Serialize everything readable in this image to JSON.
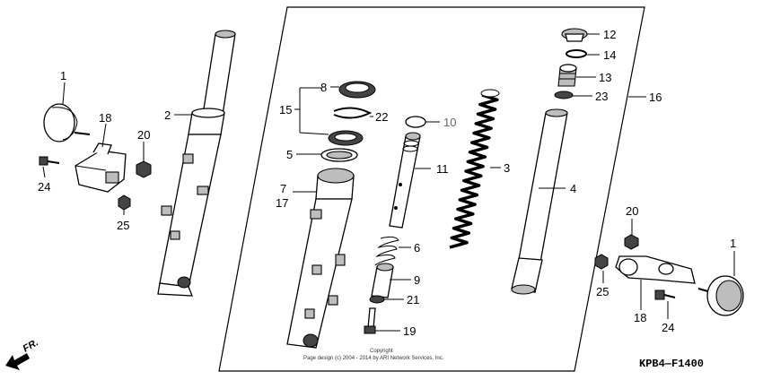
{
  "callouts": [
    {
      "id": "c1a",
      "text": "1"
    },
    {
      "id": "c18a",
      "text": "18"
    },
    {
      "id": "c20a",
      "text": "20"
    },
    {
      "id": "c24a",
      "text": "24"
    },
    {
      "id": "c25a",
      "text": "25"
    },
    {
      "id": "c2",
      "text": "2"
    },
    {
      "id": "c8",
      "text": "8"
    },
    {
      "id": "c15",
      "text": "15"
    },
    {
      "id": "c22",
      "text": "22"
    },
    {
      "id": "c5",
      "text": "5"
    },
    {
      "id": "c7",
      "text": "7"
    },
    {
      "id": "c17",
      "text": "17"
    },
    {
      "id": "c10",
      "text": "10"
    },
    {
      "id": "c11",
      "text": "11"
    },
    {
      "id": "c3",
      "text": "3"
    },
    {
      "id": "c4",
      "text": "4"
    },
    {
      "id": "c6",
      "text": "6"
    },
    {
      "id": "c9",
      "text": "9"
    },
    {
      "id": "c21",
      "text": "21"
    },
    {
      "id": "c19",
      "text": "19"
    },
    {
      "id": "c12",
      "text": "12"
    },
    {
      "id": "c14",
      "text": "14"
    },
    {
      "id": "c13",
      "text": "13"
    },
    {
      "id": "c23",
      "text": "23"
    },
    {
      "id": "c16",
      "text": "16"
    },
    {
      "id": "c20b",
      "text": "20"
    },
    {
      "id": "c1b",
      "text": "1"
    },
    {
      "id": "c25b",
      "text": "25"
    },
    {
      "id": "c18b",
      "text": "18"
    },
    {
      "id": "c24b",
      "text": "24"
    }
  ],
  "copyright_line1": "Copyright",
  "copyright_line2": "Page design (c) 2004 - 2014 by ARI Network Services, Inc.",
  "diagram_code": "KPB4—F1400",
  "direction_label": "FR."
}
